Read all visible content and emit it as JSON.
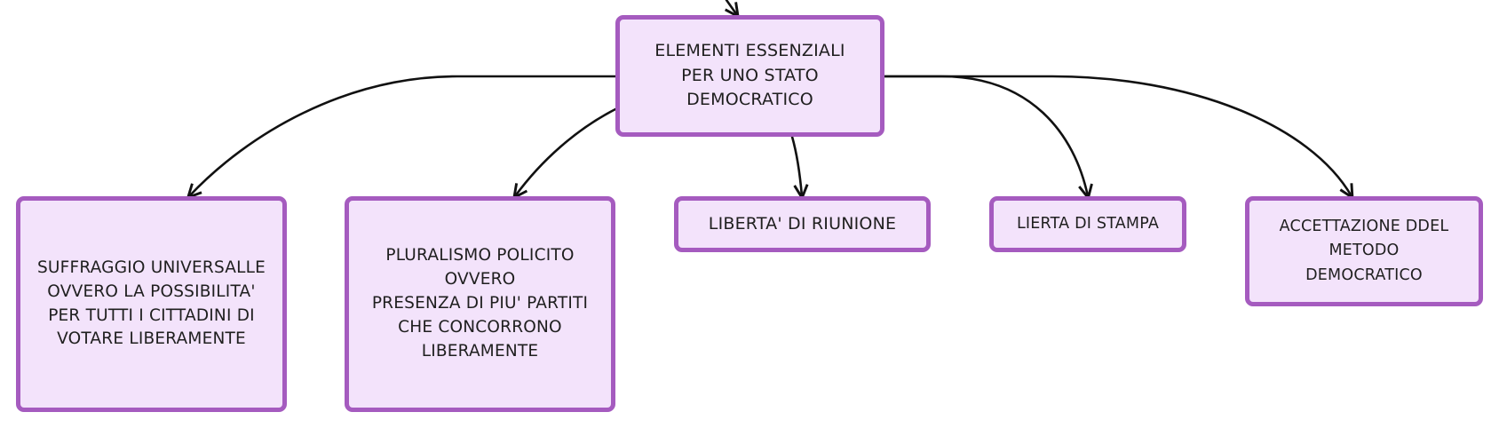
{
  "diagram": {
    "root": {
      "text": "ELEMENTI ESSENZIALI\nPER UNO STATO\nDEMOCRATICO"
    },
    "children": [
      {
        "id": "suffragio",
        "text": "SUFFRAGGIO UNIVERSALLE\nOVVERO LA POSSIBILITA'\nPER TUTTI I CITTADINI DI\nVOTARE LIBERAMENTE"
      },
      {
        "id": "pluralismo",
        "text": "PLURALISMO POLICITO\nOVVERO\nPRESENZA DI PIU' PARTITI\nCHE CONCORRONO\nLIBERAMENTE"
      },
      {
        "id": "riunione",
        "text": "LIBERTA' DI RIUNIONE"
      },
      {
        "id": "stampa",
        "text": "LIERTA DI STAMPA"
      },
      {
        "id": "metodo",
        "text": "ACCETTAZIONE DDEL\nMETODO\nDEMOCRATICO"
      }
    ],
    "colors": {
      "node_fill": "#f3e3fb",
      "node_border": "#a55bbf",
      "connector": "#111111",
      "text": "#1f1f1f"
    }
  }
}
